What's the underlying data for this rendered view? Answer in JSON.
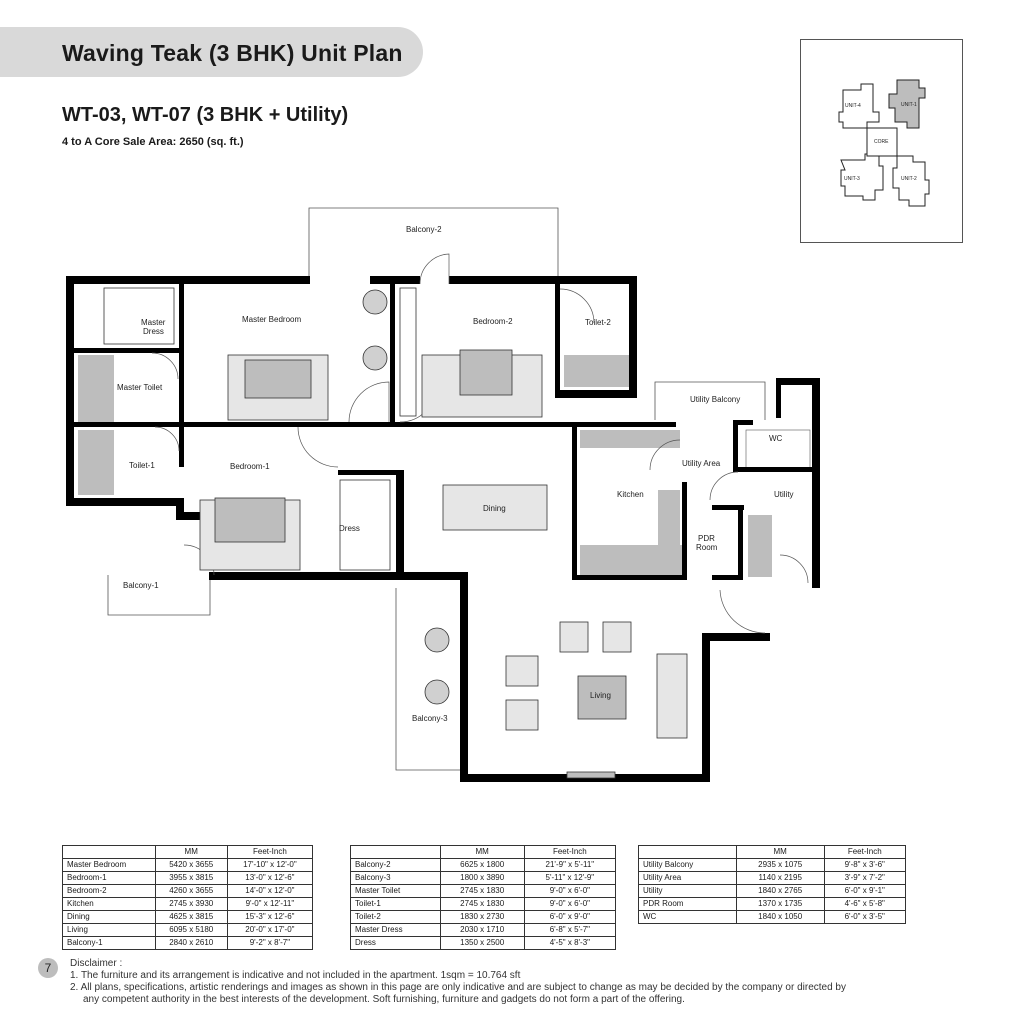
{
  "header": {
    "title": "Waving Teak (3 BHK) Unit Plan",
    "subtitle": "WT-03, WT-07 (3 BHK + Utility)",
    "area_line": "4 to A Core  Sale Area: 2650 (sq. ft.)"
  },
  "key_plan": {
    "unit_1": "UNIT-1",
    "unit_2": "UNIT-2",
    "unit_3": "UNIT-3",
    "unit_4": "UNIT-4",
    "core": "CORE"
  },
  "rooms": {
    "balcony_2": "Balcony-2",
    "master_dress_1": "Master",
    "master_dress_2": "Dress",
    "master_bedroom": "Master Bedroom",
    "bedroom_2": "Bedroom-2",
    "toilet_2": "Toilet-2",
    "master_toilet": "Master Toilet",
    "utility_balcony": "Utility Balcony",
    "wc": "WC",
    "toilet_1": "Toilet-1",
    "bedroom_1": "Bedroom-1",
    "utility_area": "Utility Area",
    "kitchen": "Kitchen",
    "utility": "Utility",
    "dining": "Dining",
    "dress": "Dress",
    "pdr_room_1": "PDR",
    "pdr_room_2": "Room",
    "balcony_1": "Balcony-1",
    "living": "Living",
    "balcony_3": "Balcony-3"
  },
  "tables": {
    "col_mm": "MM",
    "col_feet": "Feet-Inch",
    "table_1": [
      {
        "room": "Master Bedroom",
        "mm": "5420 x 3655",
        "feet": "17'-10\" x 12'-0\""
      },
      {
        "room": "Bedroom-1",
        "mm": "3955 x 3815",
        "feet": "13'-0\" x 12'-6\""
      },
      {
        "room": "Bedroom-2",
        "mm": "4260 x 3655",
        "feet": "14'-0\" x 12'-0\""
      },
      {
        "room": "Kitchen",
        "mm": "2745 x 3930",
        "feet": "9'-0\" x 12'-11\""
      },
      {
        "room": "Dining",
        "mm": "4625 x 3815",
        "feet": "15'-3\" x 12'-6\""
      },
      {
        "room": "Living",
        "mm": "6095 x 5180",
        "feet": "20'-0\" x 17'-0\""
      },
      {
        "room": "Balcony-1",
        "mm": "2840 x 2610",
        "feet": "9'-2\" x 8'-7\""
      }
    ],
    "table_2": [
      {
        "room": "Balcony-2",
        "mm": "6625 x 1800",
        "feet": "21'-9\" x 5'-11\""
      },
      {
        "room": "Balcony-3",
        "mm": "1800 x 3890",
        "feet": "5'-11\" x 12'-9\""
      },
      {
        "room": "Master Toilet",
        "mm": "2745 x 1830",
        "feet": "9'-0\" x 6'-0\""
      },
      {
        "room": "Toilet-1",
        "mm": "2745 x 1830",
        "feet": "9'-0\" x 6'-0\""
      },
      {
        "room": "Toilet-2",
        "mm": "1830 x 2730",
        "feet": "6'-0\" x 9'-0\""
      },
      {
        "room": "Master Dress",
        "mm": "2030 x 1710",
        "feet": "6'-8\" x 5'-7\""
      },
      {
        "room": "Dress",
        "mm": "1350 x 2500",
        "feet": "4'-5\" x 8'-3\""
      }
    ],
    "table_3": [
      {
        "room": "Utility Balcony",
        "mm": "2935 x 1075",
        "feet": "9'-8\" x 3'-6\""
      },
      {
        "room": "Utility Area",
        "mm": "1140 x 2195",
        "feet": "3'-9\" x 7'-2\""
      },
      {
        "room": "Utility",
        "mm": "1840 x 2765",
        "feet": "6'-0\" x 9'-1\""
      },
      {
        "room": "PDR Room",
        "mm": "1370 x 1735",
        "feet": "4'-6\" x 5'-8\""
      },
      {
        "room": "WC",
        "mm": "1840 x 1050",
        "feet": "6'-0\" x 3'-5\""
      }
    ]
  },
  "footer": {
    "page_number": "7",
    "disclaimer_title": "Disclaimer :",
    "line_1": "1. The furniture and its arrangement is indicative and not included in the apartment. 1sqm = 10.764 sft",
    "line_2": "2. All plans, specifications, artistic renderings and images as shown in this page are only indicative and are subject to change as may be decided by the company or directed by",
    "line_3": "any competent authority in the best interests of the development. Soft furnishing, furniture and gadgets do not form a part of the offering."
  }
}
